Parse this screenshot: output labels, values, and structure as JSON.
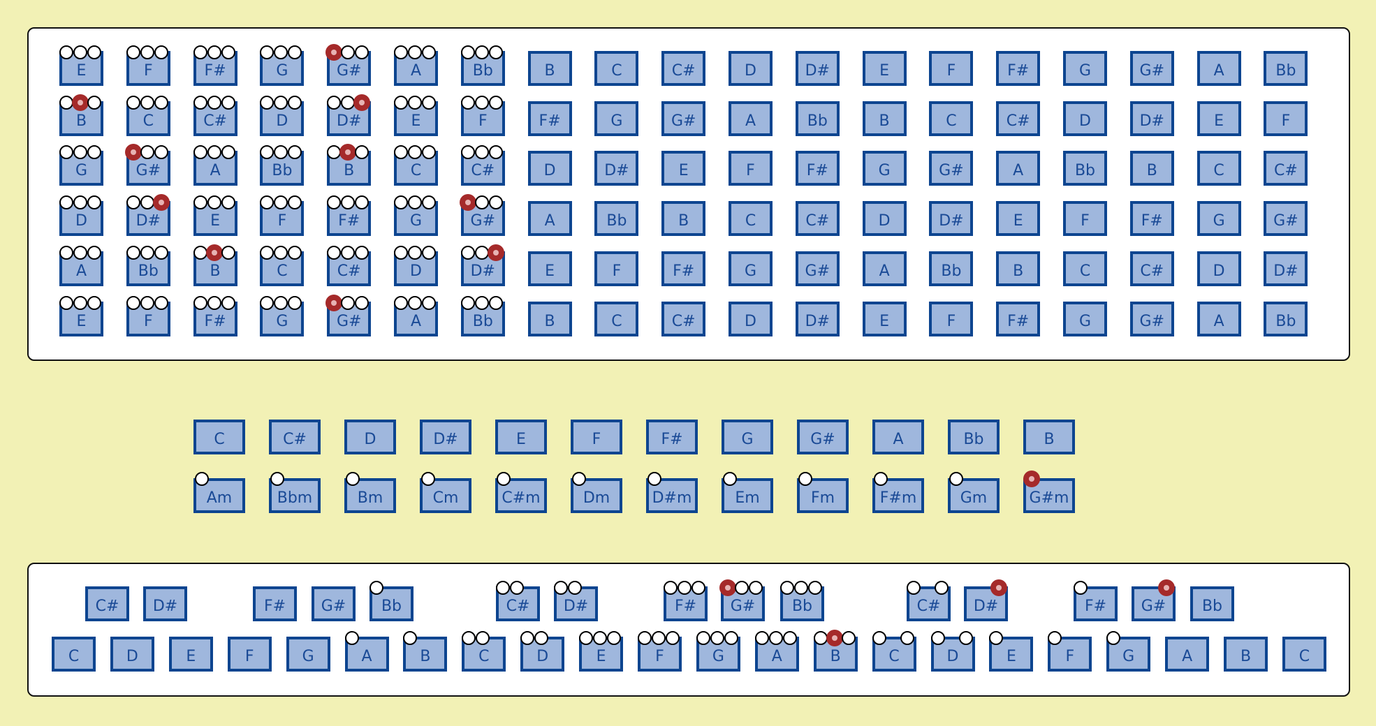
{
  "colors": {
    "background": "#f2f1b5",
    "key_fill": "#9fb7dd",
    "key_border": "#0d4590",
    "key_text": "#1a4a96",
    "marker_active": "#a52a2a"
  },
  "fretboard": {
    "rows": [
      [
        "E",
        "F",
        "F#",
        "G",
        "G#",
        "A",
        "Bb",
        "B",
        "C",
        "C#",
        "D",
        "D#",
        "E",
        "F",
        "F#",
        "G",
        "G#",
        "A",
        "Bb"
      ],
      [
        "B",
        "C",
        "C#",
        "D",
        "D#",
        "E",
        "F",
        "F#",
        "G",
        "G#",
        "A",
        "Bb",
        "B",
        "C",
        "C#",
        "D",
        "D#",
        "E",
        "F"
      ],
      [
        "G",
        "G#",
        "A",
        "Bb",
        "B",
        "C",
        "C#",
        "D",
        "D#",
        "E",
        "F",
        "F#",
        "G",
        "G#",
        "A",
        "Bb",
        "B",
        "C",
        "C#"
      ],
      [
        "D",
        "D#",
        "E",
        "F",
        "F#",
        "G",
        "G#",
        "A",
        "Bb",
        "B",
        "C",
        "C#",
        "D",
        "D#",
        "E",
        "F",
        "F#",
        "G",
        "G#"
      ],
      [
        "A",
        "Bb",
        "B",
        "C",
        "C#",
        "D",
        "D#",
        "E",
        "F",
        "F#",
        "G",
        "G#",
        "A",
        "Bb",
        "B",
        "C",
        "C#",
        "D",
        "D#"
      ],
      [
        "E",
        "F",
        "F#",
        "G",
        "G#",
        "A",
        "Bb",
        "B",
        "C",
        "C#",
        "D",
        "D#",
        "E",
        "F",
        "F#",
        "G",
        "G#",
        "A",
        "Bb"
      ]
    ],
    "marked_columns": 7,
    "active_markers": [
      [
        0,
        4,
        0
      ],
      [
        1,
        0,
        1
      ],
      [
        1,
        4,
        2
      ],
      [
        2,
        1,
        0
      ],
      [
        2,
        4,
        1
      ],
      [
        3,
        1,
        2
      ],
      [
        3,
        6,
        0
      ],
      [
        4,
        2,
        1
      ],
      [
        4,
        6,
        2
      ],
      [
        5,
        4,
        0
      ]
    ]
  },
  "chords": {
    "major": [
      "C",
      "C#",
      "D",
      "D#",
      "E",
      "F",
      "F#",
      "G",
      "G#",
      "A",
      "Bb",
      "B"
    ],
    "minor": [
      "Am",
      "Bbm",
      "Bm",
      "Cm",
      "C#m",
      "Dm",
      "D#m",
      "Em",
      "Fm",
      "F#m",
      "Gm",
      "G#m"
    ],
    "minor_markers": [
      "w",
      "w",
      "w",
      "w",
      "w",
      "w",
      "w",
      "w",
      "w",
      "w",
      "w",
      "r"
    ]
  },
  "keyboard": {
    "white_keys": [
      {
        "label": "C",
        "dots": []
      },
      {
        "label": "D",
        "dots": []
      },
      {
        "label": "E",
        "dots": []
      },
      {
        "label": "F",
        "dots": []
      },
      {
        "label": "G",
        "dots": []
      },
      {
        "label": "A",
        "dots": [
          "w"
        ]
      },
      {
        "label": "B",
        "dots": [
          "w"
        ]
      },
      {
        "label": "C",
        "dots": [
          "w",
          "w"
        ]
      },
      {
        "label": "D",
        "dots": [
          "w",
          "w"
        ]
      },
      {
        "label": "E",
        "dots": [
          "w",
          "w",
          "w"
        ]
      },
      {
        "label": "F",
        "dots": [
          "w",
          "w",
          "w"
        ]
      },
      {
        "label": "G",
        "dots": [
          "w",
          "w",
          "w"
        ]
      },
      {
        "label": "A",
        "dots": [
          "w",
          "w",
          "w"
        ]
      },
      {
        "label": "B",
        "dots": [
          "w",
          "r",
          "w"
        ]
      },
      {
        "label": "C",
        "dots": [
          "w",
          null,
          "w"
        ]
      },
      {
        "label": "D",
        "dots": [
          "w",
          null,
          "w"
        ]
      },
      {
        "label": "E",
        "dots": [
          "w"
        ]
      },
      {
        "label": "F",
        "dots": [
          "w"
        ]
      },
      {
        "label": "G",
        "dots": [
          "w"
        ]
      },
      {
        "label": "A",
        "dots": []
      },
      {
        "label": "B",
        "dots": []
      },
      {
        "label": "C",
        "dots": []
      }
    ],
    "black_keys": [
      {
        "label": "C#",
        "dots": []
      },
      {
        "label": "D#",
        "dots": []
      },
      {
        "label": "F#",
        "dots": []
      },
      {
        "label": "G#",
        "dots": []
      },
      {
        "label": "Bb",
        "dots": [
          "w"
        ]
      },
      {
        "label": "C#",
        "dots": [
          "w",
          "w"
        ]
      },
      {
        "label": "D#",
        "dots": [
          "w",
          "w"
        ]
      },
      {
        "label": "F#",
        "dots": [
          "w",
          "w",
          "w"
        ]
      },
      {
        "label": "G#",
        "dots": [
          "r",
          "w",
          "w"
        ]
      },
      {
        "label": "Bb",
        "dots": [
          "w",
          "w",
          "w"
        ]
      },
      {
        "label": "C#",
        "dots": [
          "w",
          null,
          "w"
        ]
      },
      {
        "label": "D#",
        "dots": [
          null,
          null,
          "r"
        ]
      },
      {
        "label": "F#",
        "dots": [
          "w"
        ]
      },
      {
        "label": "G#",
        "dots": [
          null,
          null,
          "r"
        ]
      },
      {
        "label": "Bb",
        "dots": []
      }
    ]
  }
}
